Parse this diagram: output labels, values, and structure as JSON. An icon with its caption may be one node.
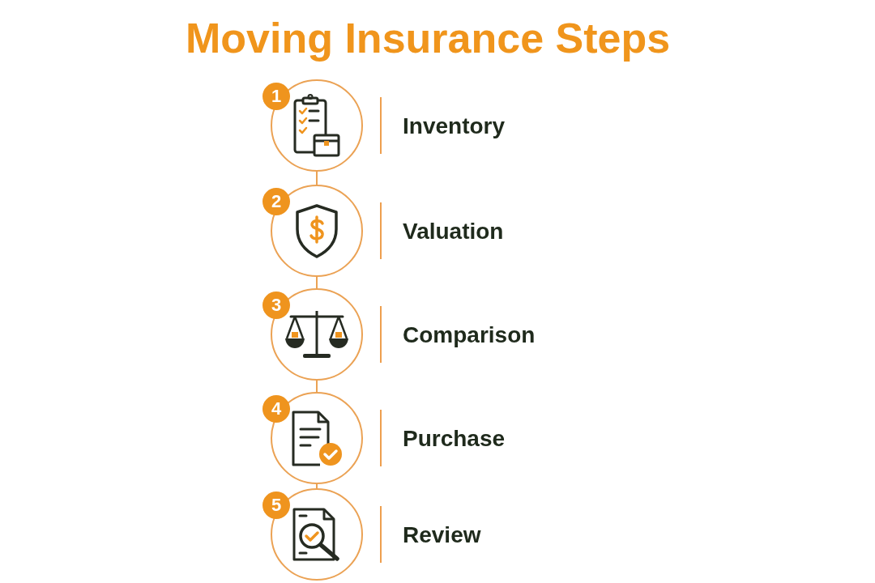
{
  "diagram": {
    "title": "Moving Insurance Steps",
    "nodes": [
      {
        "text": [
          "1"
        ],
        "beside": [
          "Inventory"
        ]
      },
      {
        "text": [
          "2"
        ],
        "beside": [
          "Valuation"
        ]
      },
      {
        "text": [
          "3"
        ],
        "beside": [
          "Comparison"
        ]
      },
      {
        "text": [
          "4"
        ],
        "beside": [
          "Purchase"
        ]
      },
      {
        "text": [
          "5"
        ],
        "beside": [
          "Review"
        ]
      }
    ],
    "edges": [
      {
        "from": 0,
        "to": 1,
        "arrow": "none"
      },
      {
        "from": 1,
        "to": 2,
        "arrow": "none"
      },
      {
        "from": 2,
        "to": 3,
        "arrow": "none"
      },
      {
        "from": 3,
        "to": 4,
        "arrow": "none"
      }
    ]
  }
}
